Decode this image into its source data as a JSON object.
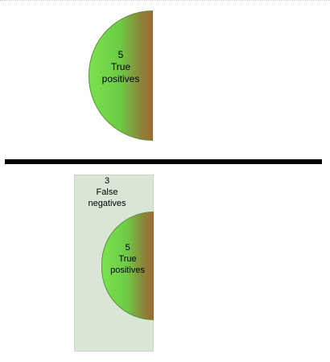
{
  "top_section": {
    "half_circle_label": "5\nTrue\npositives"
  },
  "bottom_section": {
    "box_label": "3\nFalse\nnegatives",
    "half_circle_label": "5\nTrue\npositives"
  },
  "colors": {
    "background": "#ffffff",
    "box_fill": "#d9e6d6",
    "circle_green": "#79e34e",
    "circle_brown": "#9f6a33",
    "divider": "#000000"
  }
}
